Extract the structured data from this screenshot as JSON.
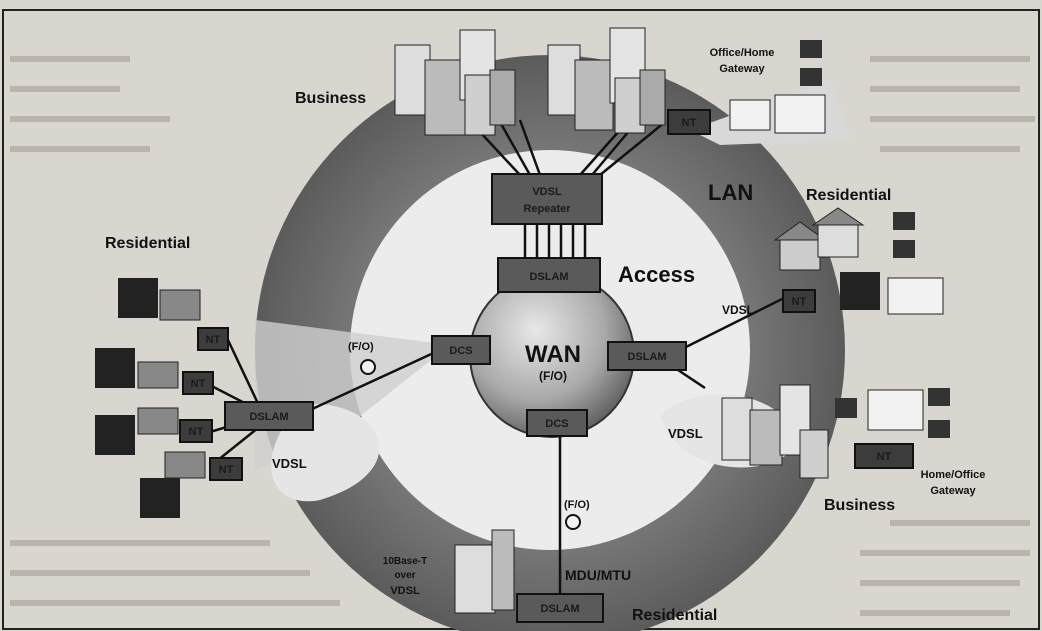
{
  "rings": {
    "lan": "LAN",
    "access": "Access",
    "wan": "WAN",
    "wan_sub": "(F/O)"
  },
  "groups": {
    "business_tl": "Business",
    "office_home_gateway": "Office/Home Gateway",
    "residential_right": "Residential",
    "residential_left": "Residential",
    "business_br": "Business",
    "home_office_gateway": "Home/Office Gateway",
    "residential_bottom": "Residential",
    "mdu_mtu": "MDU/MTU",
    "tenbase": "10Base-T",
    "over": "over",
    "vdsl_bottom": "VDSL"
  },
  "links": {
    "vdsl_left": "VDSL",
    "vdsl_right": "VDSL",
    "vdsl_br": "VDSL",
    "fo_left": "(F/O)",
    "fo_bottom": "(F/O)"
  },
  "devices": {
    "vdsl_repeater_1": "VDSL",
    "vdsl_repeater_2": "Repeater",
    "dslam_top": "DSLAM",
    "dslam_right": "DSLAM",
    "dslam_left": "DSLAM",
    "dslam_bottom": "DSLAM",
    "dcs_left": "DCS",
    "dcs_bottom": "DCS",
    "nt_tr": "NT",
    "nt_right": "NT",
    "nt_br": "NT",
    "nt_left_1": "NT",
    "nt_left_2": "NT",
    "nt_left_3": "NT",
    "nt_left_4": "NT"
  }
}
